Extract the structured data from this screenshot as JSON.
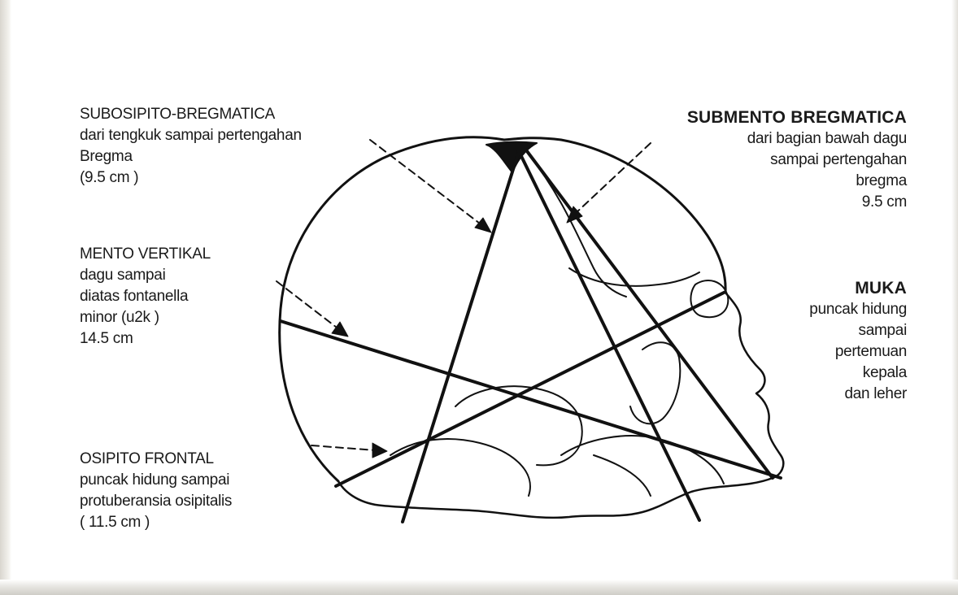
{
  "labels": {
    "subosipito": {
      "title": "SUBOSIPITO-BREGMATICA",
      "line1": "dari tengkuk sampai pertengahan",
      "line2": "Bregma",
      "line3": "(9.5 cm )"
    },
    "mento": {
      "title": "MENTO VERTIKAL",
      "line1": "dagu sampai",
      "line2": "diatas fontanella",
      "line3": "minor (u2k )",
      "line4": "14.5 cm"
    },
    "osipito": {
      "title": "OSIPITO FRONTAL",
      "line1": "puncak hidung sampai",
      "line2": "protuberansia osipitalis",
      "line3": "( 11.5 cm )"
    },
    "submento": {
      "title": "SUBMENTO BREGMATICA",
      "line1": "dari bagian bawah dagu",
      "line2": "sampai pertengahan",
      "line3": "bregma",
      "line4": "9.5 cm"
    },
    "muka": {
      "title": "MUKA",
      "line1": "puncak hidung",
      "line2": "sampai",
      "line3": "pertemuan",
      "line4": "kepala",
      "line5": "dan leher"
    }
  },
  "colors": {
    "ink": "#111111",
    "text": "#1a1a1a",
    "paper": "#ffffff"
  }
}
